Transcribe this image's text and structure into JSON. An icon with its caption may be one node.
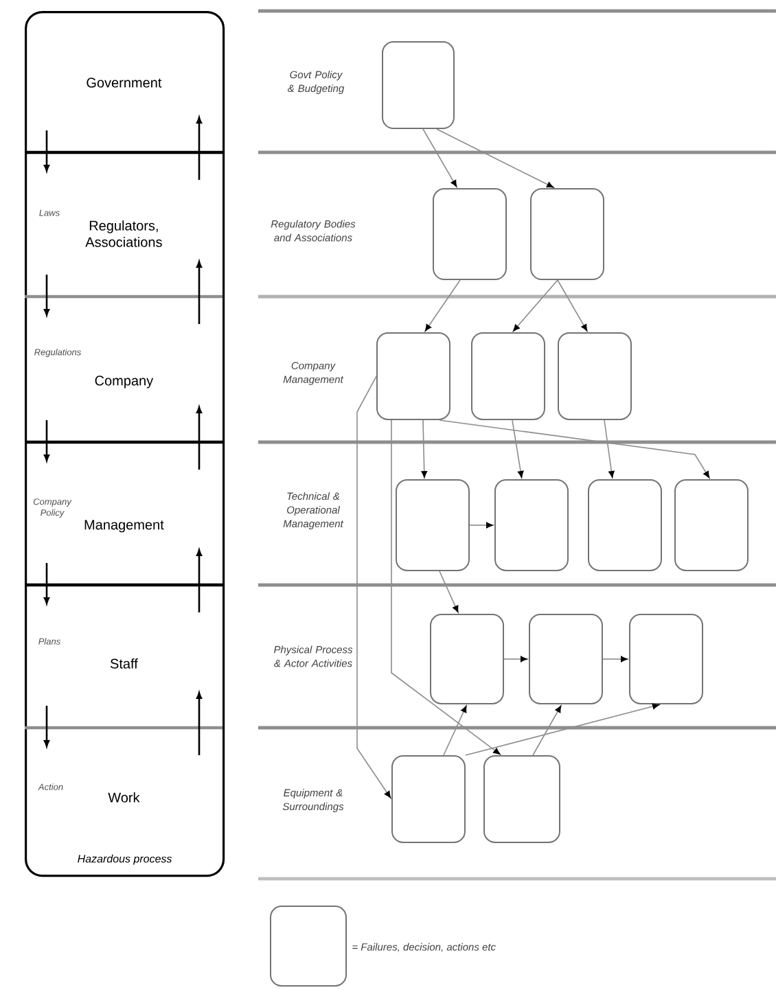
{
  "diagram": {
    "nodes": [
      {
        "text": [
          "Hazardous process"
        ]
      },
      {
        "text": [
          "Government"
        ],
        "in": 0
      },
      {
        "text": [
          "Regulators, Associations"
        ],
        "in": 0
      },
      {
        "text": [
          "Company"
        ],
        "in": 0
      },
      {
        "text": [
          "Management"
        ],
        "in": 0
      },
      {
        "text": [
          "Staff"
        ],
        "in": 0
      },
      {
        "text": [
          "Work"
        ],
        "in": 0
      },
      {
        "text": [],
        "shape": "box"
      },
      {
        "text": [],
        "shape": "box"
      },
      {
        "text": [],
        "shape": "box"
      },
      {
        "text": [],
        "shape": "box"
      },
      {
        "text": [],
        "shape": "box"
      },
      {
        "text": [],
        "shape": "box"
      },
      {
        "text": [],
        "shape": "box"
      },
      {
        "text": [],
        "shape": "box"
      },
      {
        "text": [],
        "shape": "box"
      },
      {
        "text": [],
        "shape": "box"
      },
      {
        "text": [],
        "shape": "box"
      },
      {
        "text": [],
        "shape": "box"
      },
      {
        "text": [],
        "shape": "box"
      },
      {
        "text": [],
        "shape": "box"
      },
      {
        "text": [],
        "shape": "box"
      }
    ],
    "edges": [
      {
        "from": 7,
        "to": 8,
        "arrow": "to"
      },
      {
        "from": 7,
        "to": 9,
        "arrow": "to"
      },
      {
        "from": 8,
        "to": 10,
        "arrow": "to"
      },
      {
        "from": 9,
        "to": 11,
        "arrow": "to"
      },
      {
        "from": 9,
        "to": 12,
        "arrow": "to"
      },
      {
        "from": 10,
        "to": 13,
        "arrow": "to"
      },
      {
        "from": 11,
        "to": 14,
        "arrow": "to"
      },
      {
        "from": 12,
        "to": 15,
        "arrow": "to"
      },
      {
        "from": 10,
        "to": 16,
        "arrow": "to"
      },
      {
        "from": 10,
        "to": 20,
        "arrow": "to"
      },
      {
        "from": 10,
        "to": 21,
        "arrow": "to"
      },
      {
        "from": 13,
        "to": 14,
        "arrow": "to"
      },
      {
        "from": 13,
        "to": 17,
        "arrow": "to"
      },
      {
        "from": 17,
        "to": 18,
        "arrow": "to"
      },
      {
        "from": 18,
        "to": 19,
        "arrow": "to"
      },
      {
        "from": 20,
        "to": 17,
        "arrow": "to"
      },
      {
        "from": 21,
        "to": 18,
        "arrow": "to"
      },
      {
        "from": 20,
        "to": 19,
        "arrow": "to"
      }
    ],
    "labels": [
      "Laws",
      "Regulations",
      "Company Policy",
      "Plans",
      "Action",
      "Govt Policy & Budgeting",
      "Regulatory Bodies and Associations",
      "Company Management",
      "Technical & Operational Management",
      "Physical Process & Actor Activities",
      "Equipment & Surroundings"
    ],
    "legend": [
      {
        "text": "= Failures, decision, actions etc"
      }
    ]
  }
}
